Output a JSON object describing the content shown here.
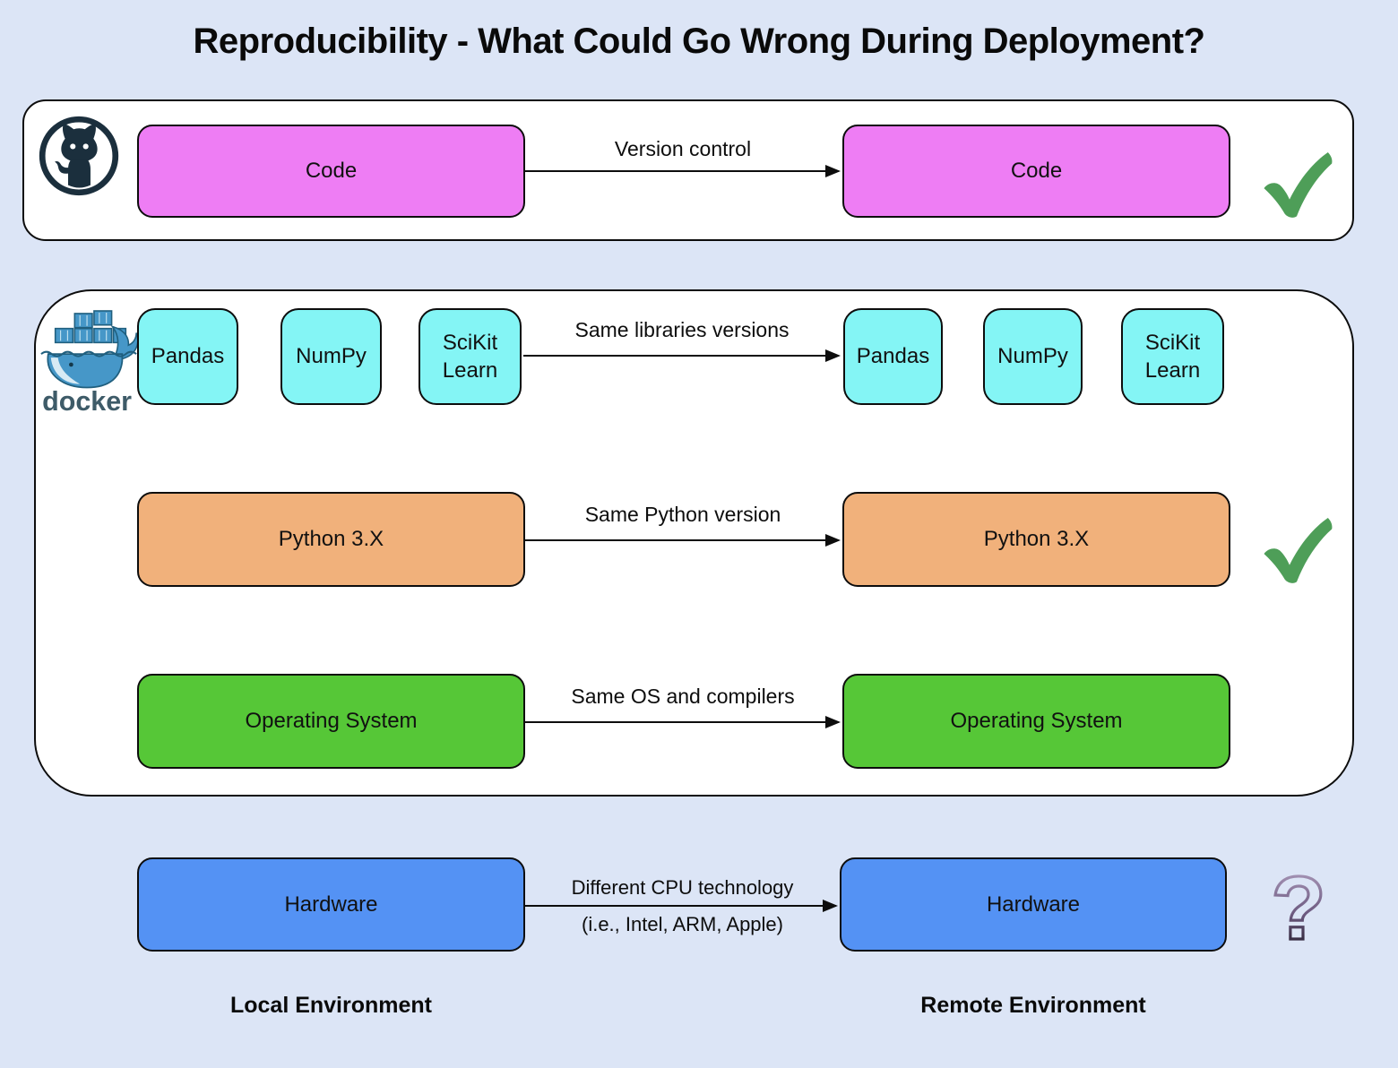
{
  "title": "Reproducibility - What Could Go Wrong During Deployment?",
  "rows": {
    "code": {
      "local": "Code",
      "remote": "Code",
      "arrow": "Version control",
      "status": "check"
    },
    "libraries": {
      "local": [
        "Pandas",
        "NumPy",
        "SciKit Learn"
      ],
      "remote": [
        "Pandas",
        "NumPy",
        "SciKit Learn"
      ],
      "arrow": "Same libraries versions"
    },
    "python": {
      "local": "Python 3.X",
      "remote": "Python 3.X",
      "arrow": "Same Python version",
      "status": "check"
    },
    "os": {
      "local": "Operating System",
      "remote": "Operating System",
      "arrow": "Same OS and compilers"
    },
    "hardware": {
      "local": "Hardware",
      "remote": "Hardware",
      "arrow_line1": "Different CPU technology",
      "arrow_line2": "(i.e., Intel, ARM, Apple)",
      "status": "question"
    }
  },
  "footer": {
    "local": "Local Environment",
    "remote": "Remote Environment"
  },
  "logos": {
    "github": "github-octocat-logo",
    "docker": "docker-whale-logo",
    "docker_word": "docker"
  },
  "colors": {
    "background": "#dce5f6",
    "panel": "#ffffff",
    "code_box": "#ee7df4",
    "library_box": "#84f5f5",
    "python_box": "#f1b17b",
    "os_box": "#56c737",
    "hardware_box": "#5492f4",
    "checkmark": "#4e9e58",
    "question_top": "#b7a6c6",
    "question_bottom": "#120d18",
    "github_navy": "#1b2f3d",
    "docker_blue": "#4697c8"
  }
}
